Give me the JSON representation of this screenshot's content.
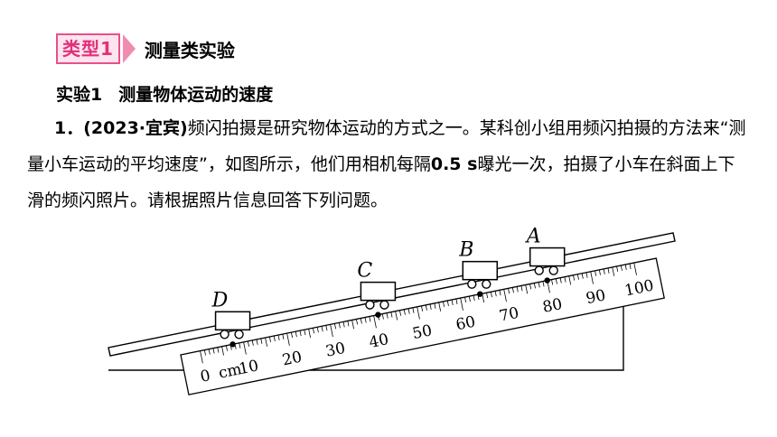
{
  "badge": {
    "label": "类型1",
    "title": "测量类实验"
  },
  "experiment": {
    "label": "实验1",
    "title": "测量物体运动的速度"
  },
  "question": {
    "number": "1．",
    "source": "(2023·宜宾)",
    "text": "频闪拍摄是研究物体运动的方式之一。某科创小组用频闪拍摄的方法来“测量小车运动的平均速度”，如图所示，他们用相机每隔",
    "interval": "0.5 s",
    "text2": "曝光一次，拍摄了小车在斜面上下滑的频闪照片。请根据照片信息回答下列问题。"
  },
  "figure": {
    "cars": [
      "A",
      "B",
      "C",
      "D"
    ],
    "ruler_unit": "cm",
    "ruler_labels": [
      "0",
      "10",
      "20",
      "30",
      "40",
      "50",
      "60",
      "70",
      "80",
      "90",
      "100"
    ]
  }
}
